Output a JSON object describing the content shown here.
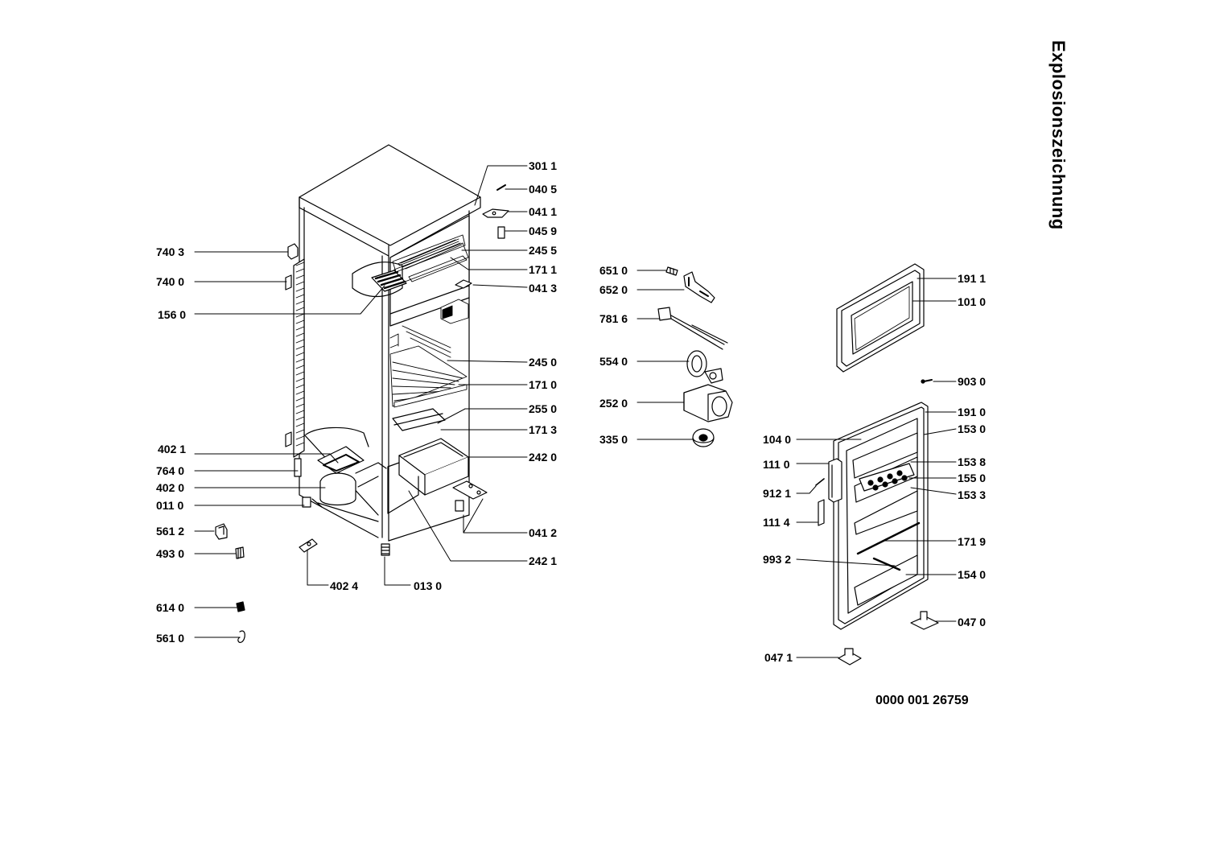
{
  "title": "Explosionszeichnung",
  "document_number": "0000  001 26759",
  "parts": {
    "p3011": "301 1",
    "p0405": "040 5",
    "p0411": "041 1",
    "p0459": "045 9",
    "p2455": "245 5",
    "p1711": "171 1",
    "p0413": "041 3",
    "p7403": "740 3",
    "p7400": "740 0",
    "p1560": "156 0",
    "p2450": "245 0",
    "p1710": "171 0",
    "p2550": "255 0",
    "p1713": "171 3",
    "p2420": "242 0",
    "p4021": "402 1",
    "p7640": "764 0",
    "p4020": "402 0",
    "p0110": "011 0",
    "p0412": "041 2",
    "p5612": "561 2",
    "p4930": "493 0",
    "p2421": "242 1",
    "p4024": "402 4",
    "p0130": "013 0",
    "p6140": "614 0",
    "p5610": "561 0",
    "p6510": "651 0",
    "p6520": "652 0",
    "p7816": "781 6",
    "p5540": "554 0",
    "p2520": "252 0",
    "p3350": "335 0",
    "p1911": "191 1",
    "p1010": "101 0",
    "p9030": "903 0",
    "p1910": "191 0",
    "p1530": "153 0",
    "p1040": "104 0",
    "p1110": "111 0",
    "p1538": "153 8",
    "p1550": "155 0",
    "p9121": "912 1",
    "p1533": "153 3",
    "p1114": "111 4",
    "p1719": "171 9",
    "p9932": "993 2",
    "p1540": "154 0",
    "p0470": "047 0",
    "p0471": "047 1"
  }
}
